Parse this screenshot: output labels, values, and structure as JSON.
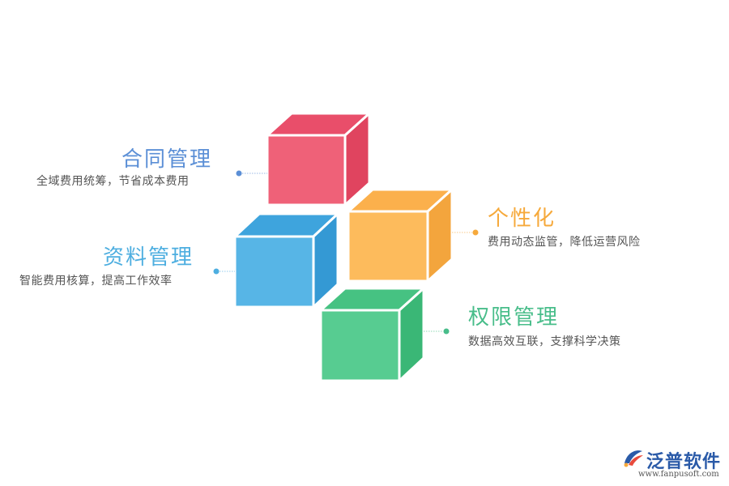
{
  "items": [
    {
      "title": "合同管理",
      "desc": "全域费用统筹，节省成本费用",
      "color": "#5b8fd6"
    },
    {
      "title": "资料管理",
      "desc": "智能费用核算，提高工作效率",
      "color": "#4daee0"
    },
    {
      "title": "个性化",
      "desc": "费用动态监管，降低运营风险",
      "color": "#f6a93b"
    },
    {
      "title": "权限管理",
      "desc": "数据高效互联，支撑科学决策",
      "color": "#48bd8a"
    }
  ],
  "cube_colors": {
    "red": {
      "front": "#ef6178",
      "top": "#e94e6a",
      "side": "#e0445f"
    },
    "blue": {
      "front": "#57b5e6",
      "top": "#3ea4dd",
      "side": "#3499d4"
    },
    "orange": {
      "front": "#fdbb5c",
      "top": "#fbb04c",
      "side": "#f3a53d"
    },
    "green": {
      "front": "#57cc91",
      "top": "#46c282",
      "side": "#3ab776"
    }
  },
  "brand": {
    "name": "泛普软件",
    "url": "www.fanpusoft.com",
    "icon": "fanpu-logo-icon"
  }
}
